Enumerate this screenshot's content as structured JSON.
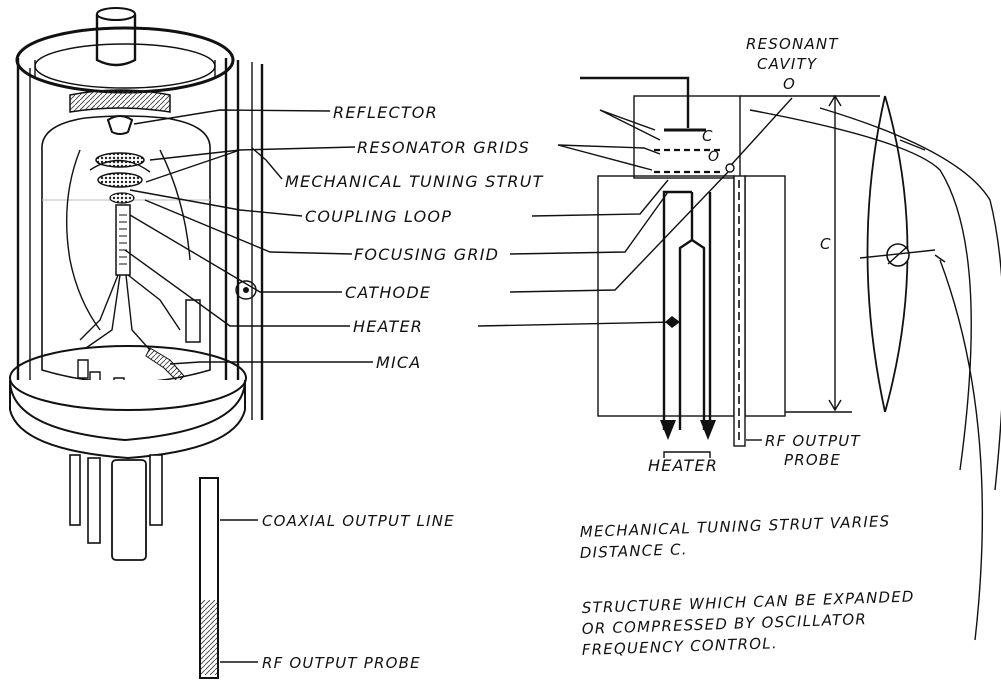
{
  "tube_labels": {
    "reflector": "REFLECTOR",
    "resonator_grids": "RESONATOR GRIDS",
    "mechanical_tuning_strut": "MECHANICAL TUNING STRUT",
    "coupling_loop": "COUPLING LOOP",
    "focusing_grid": "FOCUSING GRID",
    "cathode": "CATHODE",
    "heater": "HEATER",
    "mica": "MICA",
    "coaxial_output_line": "COAXIAL OUTPUT LINE",
    "rf_output_probe": "RF OUTPUT PROBE"
  },
  "schematic_labels": {
    "resonant_cavity_line1": "RESONANT",
    "resonant_cavity_line2": "CAVITY",
    "cavity_marker": "O",
    "c_small": "C",
    "c_loop": "O",
    "c_distance": "C",
    "heater": "HEATER",
    "rf_output_line1": "RF OUTPUT",
    "rf_output_line2": "PROBE"
  },
  "notes": {
    "strut_line1": "MECHANICAL TUNING STRUT VARIES",
    "strut_line2": "DISTANCE C.",
    "structure_line1": "STRUCTURE WHICH CAN BE EXPANDED",
    "structure_line2": "OR COMPRESSED BY OSCILLATOR",
    "structure_line3": "FREQUENCY CONTROL."
  }
}
